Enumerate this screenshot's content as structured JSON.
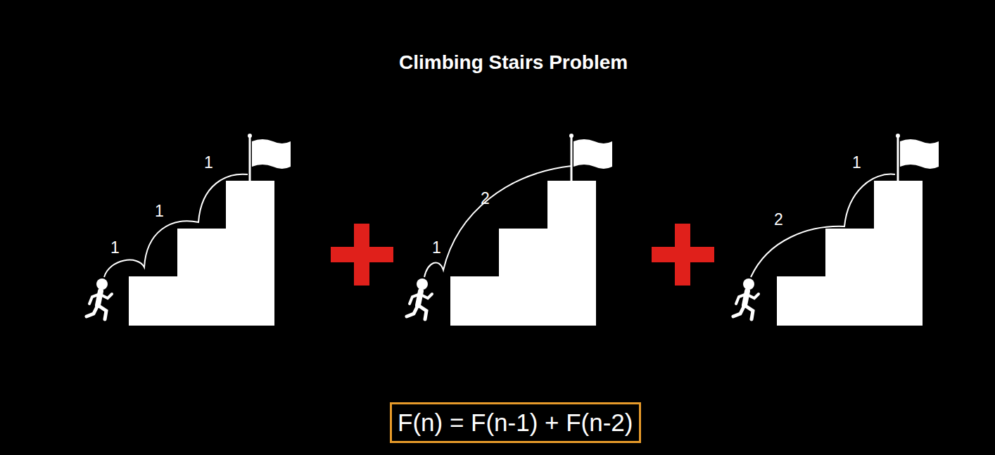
{
  "diagram": {
    "title": "Climbing Stairs Problem",
    "nodes": [
      {
        "text": [
          "F(n) = F(n-1) + F(n-2)"
        ]
      }
    ],
    "labels": [
      "1",
      "1",
      "1",
      "1",
      "2",
      "2",
      "1"
    ]
  }
}
